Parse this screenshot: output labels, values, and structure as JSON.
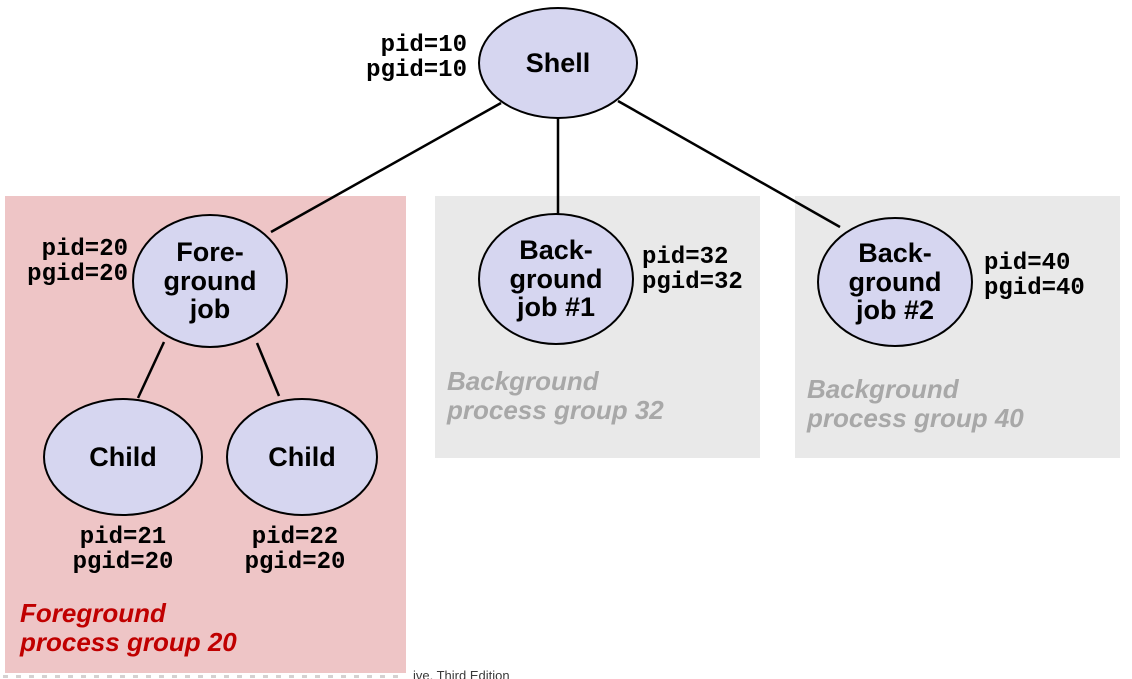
{
  "slide": {
    "nodes": {
      "shell": {
        "label": "Shell",
        "pid_text": "pid=10\npgid=10"
      },
      "foreground_job": {
        "label": "Fore-\nground\njob",
        "pid_text": "pid=20\npgid=20"
      },
      "child_1": {
        "label": "Child",
        "pid_text": "pid=21\npgid=20"
      },
      "child_2": {
        "label": "Child",
        "pid_text": "pid=22\npgid=20"
      },
      "background_job_1": {
        "label": "Back-\nground\njob #1",
        "pid_text": "pid=32\npgid=32"
      },
      "background_job_2": {
        "label": "Back-\nground\njob #2",
        "pid_text": "pid=40\npgid=40"
      }
    },
    "groups": {
      "foreground": {
        "caption": "Foreground\nprocess group 20",
        "box_color": "#eec5c6",
        "caption_color": "#c00000"
      },
      "background_1": {
        "caption": "Background\nprocess group 32",
        "box_color": "#e9e9e9",
        "caption_color": "#a8a8a8"
      },
      "background_2": {
        "caption": "Background\nprocess group 40",
        "box_color": "#e9e9e9",
        "caption_color": "#a8a8a8"
      }
    },
    "node_style": {
      "fill": "#d6d6f0",
      "border": "#000000",
      "edge_color": "#000000"
    },
    "footer": {
      "visible_fragment": "ive, Third Edition"
    }
  }
}
